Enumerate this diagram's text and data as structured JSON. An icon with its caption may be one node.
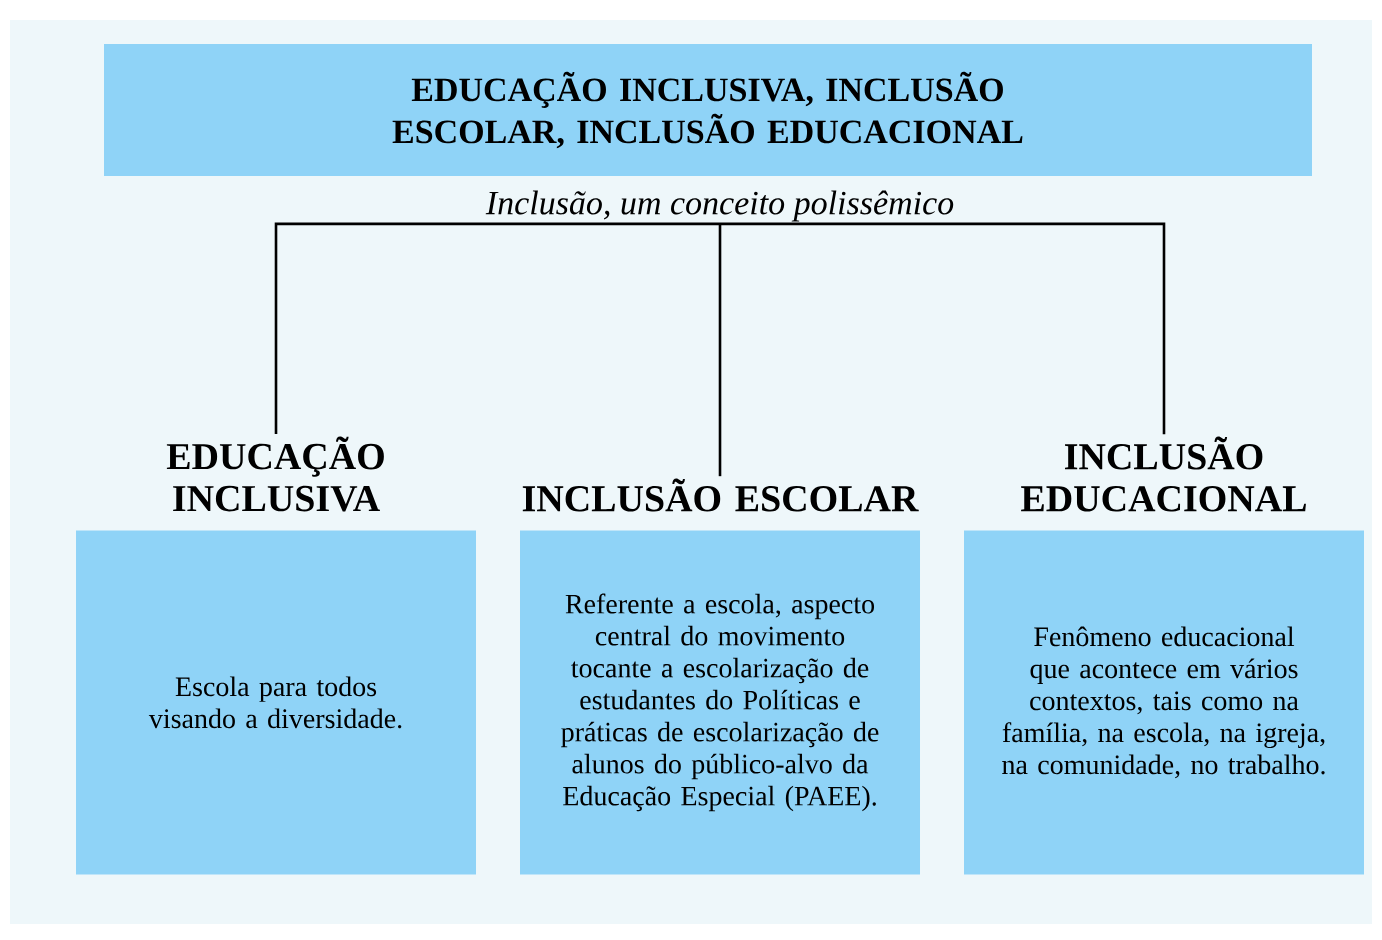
{
  "diagram": {
    "nodes": [
      {
        "text": [
          "EDUCAÇÃO INCLUSIVA, INCLUSÃO ESCOLAR, INCLUSÃO EDUCACIONAL"
        ],
        "beside": [
          "Inclusão, um conceito polissêmico"
        ]
      },
      {
        "text": [
          "EDUCAÇÃO INCLUSIVA",
          "Escola para todos visando a diversidade."
        ]
      },
      {
        "text": [
          "INCLUSÃO ESCOLAR",
          "Referente a escola, aspecto central do movimento tocante a escolarização de estudantes do Políticas e práticas de escolarização de alunos do público-alvo da Educação Especial (PAEE)."
        ]
      },
      {
        "text": [
          "INCLUSÃO EDUCACIONAL",
          "Fenômeno educacional que acontece em vários contextos, tais como na família, na escola, na igreja, na comunidade, no trabalho."
        ]
      }
    ],
    "edges": [
      {
        "from": 0,
        "to": 1,
        "arrow": "none"
      },
      {
        "from": 0,
        "to": 2,
        "arrow": "none"
      },
      {
        "from": 0,
        "to": 3,
        "arrow": "none"
      }
    ]
  }
}
